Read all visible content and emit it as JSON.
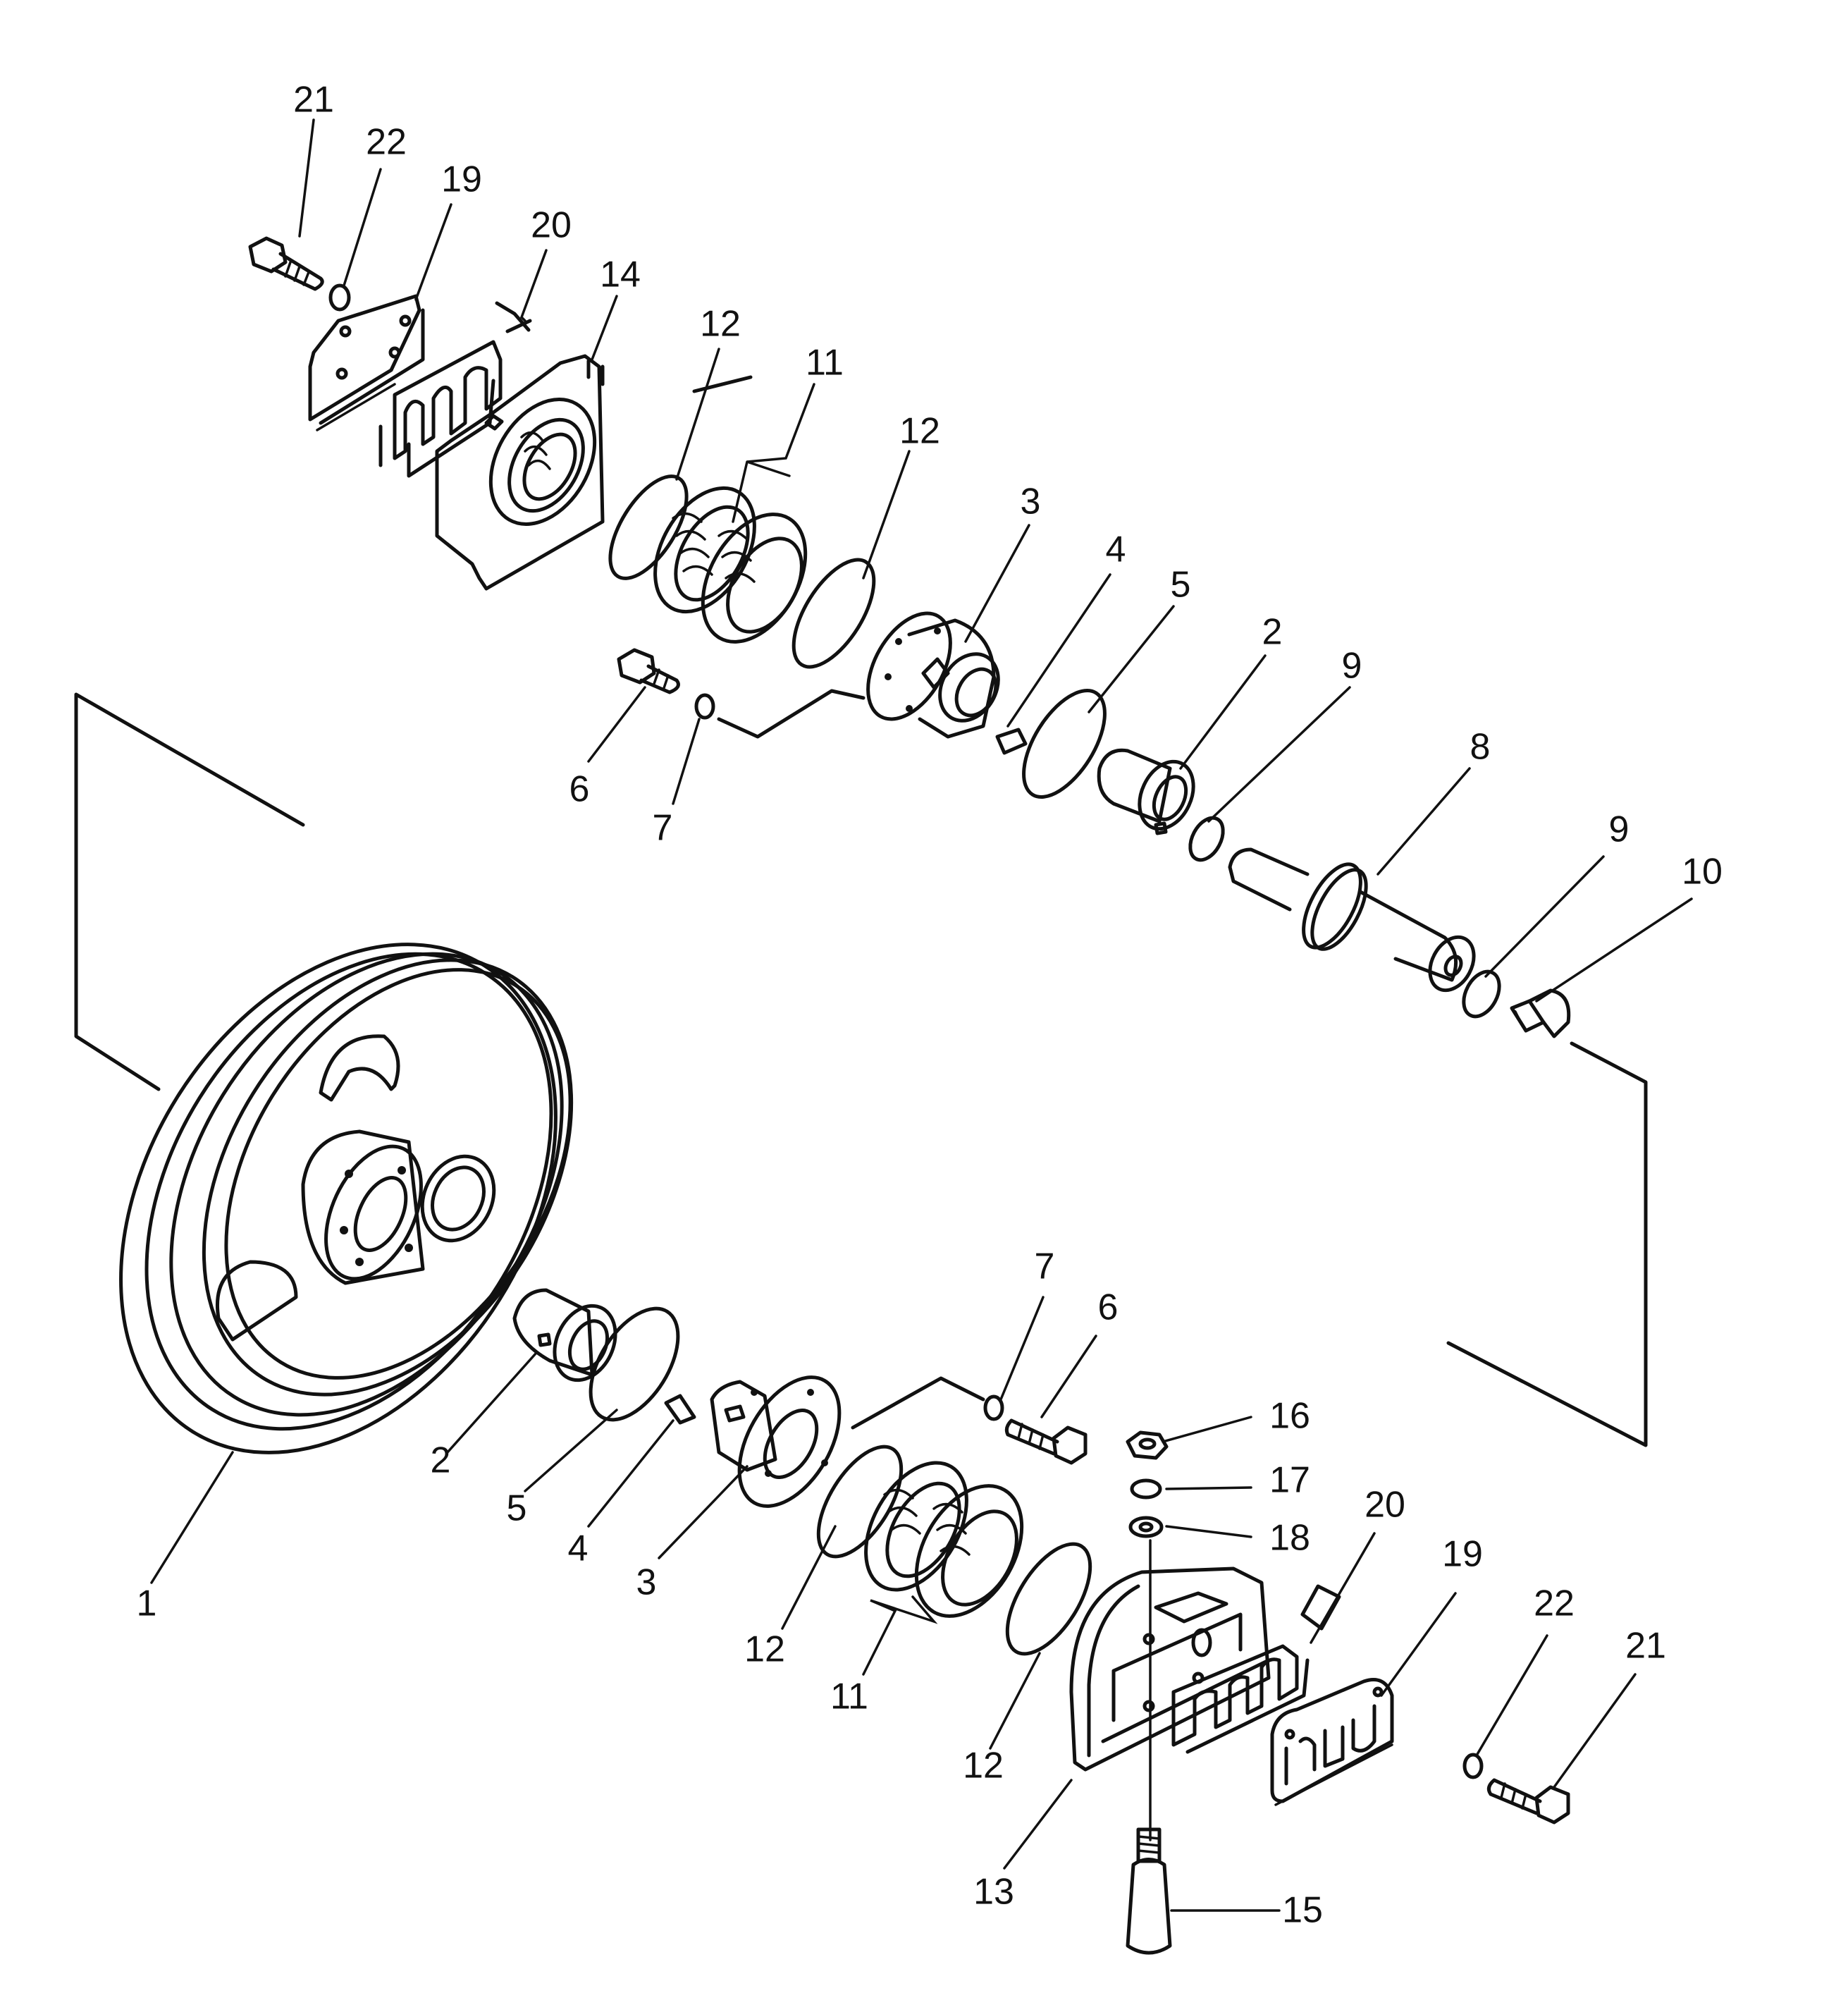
{
  "diagram": {
    "callouts": [
      {
        "id": "c21a",
        "text": "21"
      },
      {
        "id": "c22a",
        "text": "22"
      },
      {
        "id": "c19a",
        "text": "19"
      },
      {
        "id": "c20a",
        "text": "20"
      },
      {
        "id": "c14",
        "text": "14"
      },
      {
        "id": "c12a",
        "text": "12"
      },
      {
        "id": "c11a",
        "text": "11"
      },
      {
        "id": "c12b",
        "text": "12"
      },
      {
        "id": "c3a",
        "text": "3"
      },
      {
        "id": "c4a",
        "text": "4"
      },
      {
        "id": "c5a",
        "text": "5"
      },
      {
        "id": "c2a",
        "text": "2"
      },
      {
        "id": "c9a",
        "text": "9"
      },
      {
        "id": "c8",
        "text": "8"
      },
      {
        "id": "c9b",
        "text": "9"
      },
      {
        "id": "c10",
        "text": "10"
      },
      {
        "id": "c6a",
        "text": "6"
      },
      {
        "id": "c7a",
        "text": "7"
      },
      {
        "id": "c7b",
        "text": "7"
      },
      {
        "id": "c6b",
        "text": "6"
      },
      {
        "id": "c16",
        "text": "16"
      },
      {
        "id": "c17",
        "text": "17"
      },
      {
        "id": "c18",
        "text": "18"
      },
      {
        "id": "c20b",
        "text": "20"
      },
      {
        "id": "c19b",
        "text": "19"
      },
      {
        "id": "c22b",
        "text": "22"
      },
      {
        "id": "c21b",
        "text": "21"
      },
      {
        "id": "c1",
        "text": "1"
      },
      {
        "id": "c2b",
        "text": "2"
      },
      {
        "id": "c5b",
        "text": "5"
      },
      {
        "id": "c4b",
        "text": "4"
      },
      {
        "id": "c3b",
        "text": "3"
      },
      {
        "id": "c12c",
        "text": "12"
      },
      {
        "id": "c11b",
        "text": "11"
      },
      {
        "id": "c12d",
        "text": "12"
      },
      {
        "id": "c13",
        "text": "13"
      },
      {
        "id": "c15",
        "text": "15"
      }
    ]
  }
}
